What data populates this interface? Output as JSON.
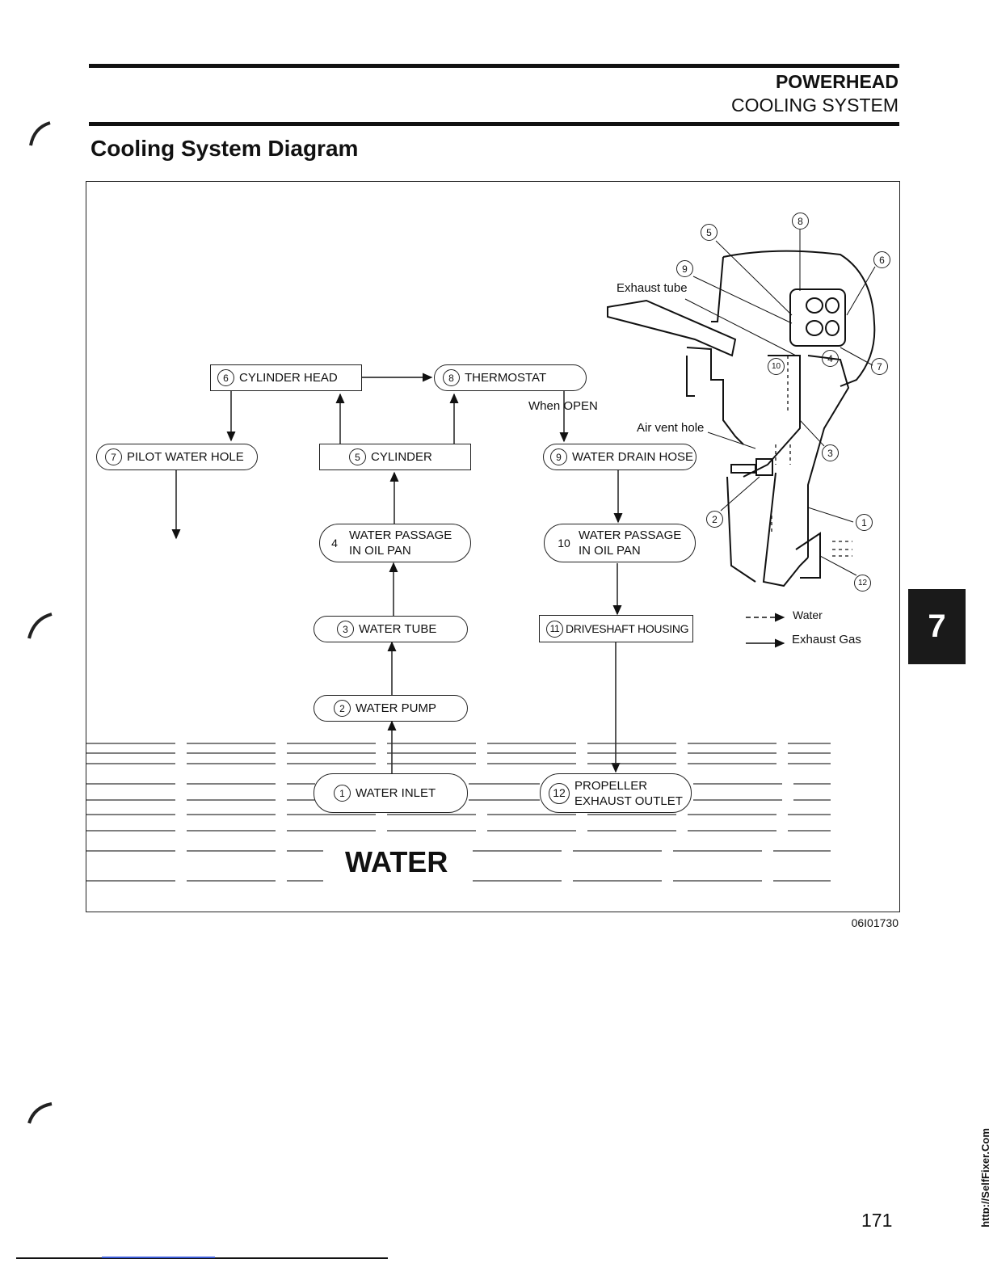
{
  "header": {
    "section": "POWERHEAD",
    "subsection": "COOLING SYSTEM"
  },
  "page_title": "Cooling System Diagram",
  "diagram": {
    "nodes": {
      "cylinder_head": {
        "num": "6",
        "label": "CYLINDER HEAD"
      },
      "thermostat": {
        "num": "8",
        "label": "THERMOSTAT"
      },
      "pilot_water_hole": {
        "num": "7",
        "label": "PILOT WATER HOLE"
      },
      "cylinder": {
        "num": "5",
        "label": "CYLINDER"
      },
      "water_drain_hose": {
        "num": "9",
        "label": "WATER DRAIN HOSE"
      },
      "water_passage_4": {
        "num": "4",
        "line1": "WATER PASSAGE",
        "line2": "IN OIL PAN"
      },
      "water_passage_10": {
        "num": "10",
        "line1": "WATER PASSAGE",
        "line2": "IN OIL PAN"
      },
      "water_tube": {
        "num": "3",
        "label": "WATER TUBE"
      },
      "driveshaft_housing": {
        "num": "11",
        "label": "DRIVESHAFT HOUSING"
      },
      "water_pump": {
        "num": "2",
        "label": "WATER PUMP"
      },
      "water_inlet": {
        "num": "1",
        "label": "WATER INLET"
      },
      "propeller_exhaust": {
        "num": "12",
        "line1": "PROPELLER",
        "line2": "EXHAUST OUTLET"
      }
    },
    "when_open": "When OPEN",
    "water_label": "WATER",
    "engine_labels": {
      "exhaust_tube": "Exhaust tube",
      "air_vent_hole": "Air vent hole",
      "callouts": [
        "1",
        "2",
        "3",
        "4",
        "5",
        "6",
        "7",
        "8",
        "9",
        "10",
        "12"
      ]
    },
    "legend": {
      "water": "Water",
      "exhaust_gas": "Exhaust Gas"
    },
    "figure_ref": "06I01730"
  },
  "chapter_tab": "7",
  "page_number": "171",
  "watermark": "http://SelfFixer.Com"
}
